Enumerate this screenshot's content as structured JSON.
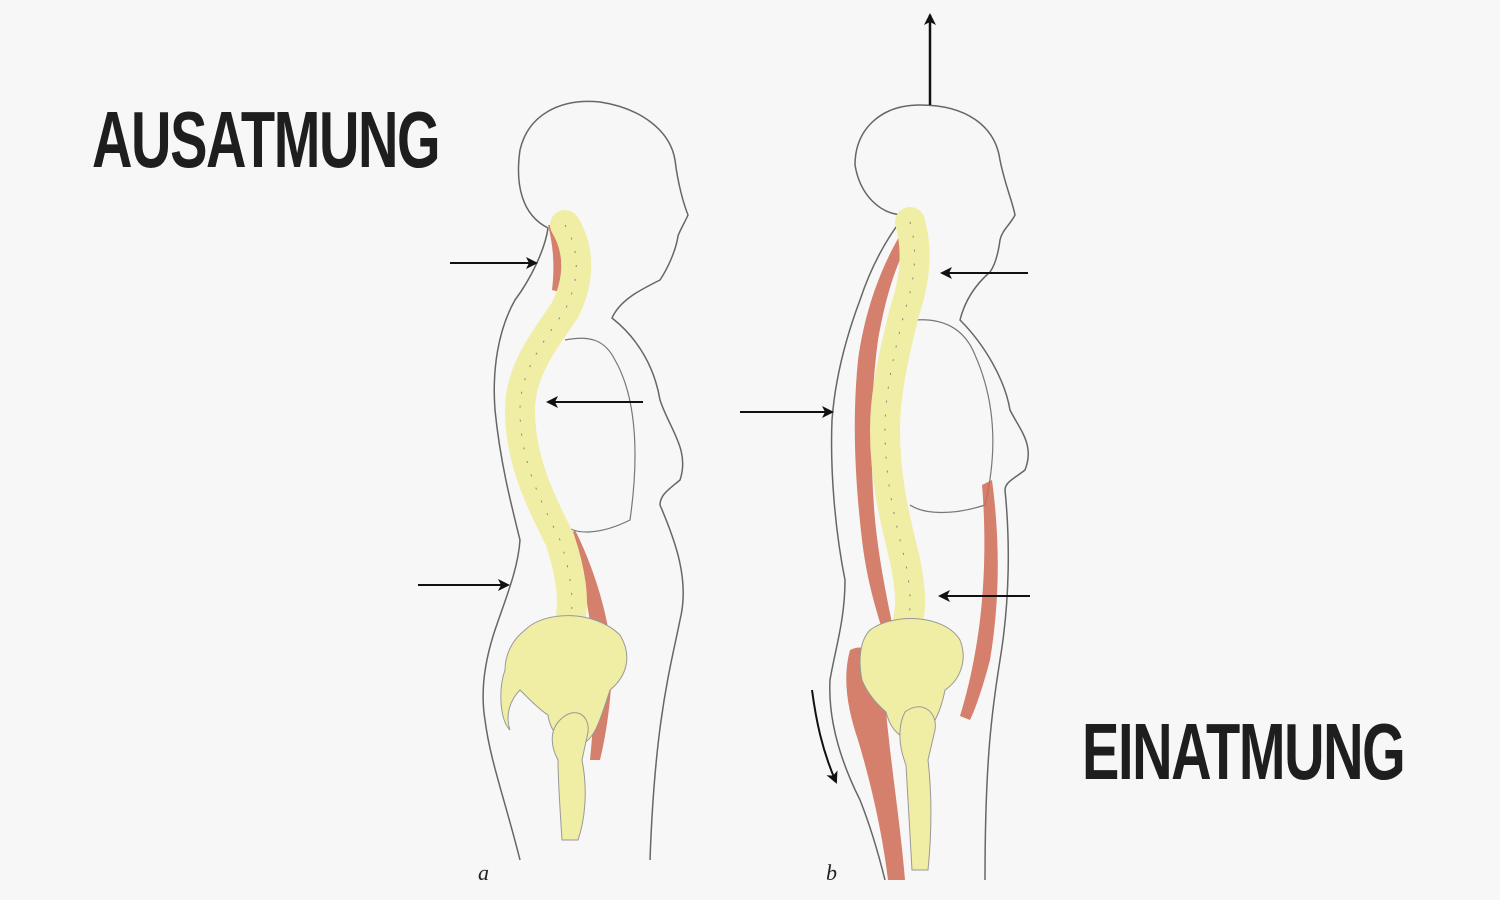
{
  "headings": {
    "exhale": "AUSATMUNG",
    "inhale": "EINATMUNG"
  },
  "figures": {
    "a": {
      "label": "a"
    },
    "b": {
      "label": "b"
    }
  },
  "colors": {
    "background": "#f7f7f8",
    "bone": "#f0eda4",
    "muscle": "#cf6a55",
    "outline": "#555555",
    "arrow": "#111111",
    "heading": "#1e1e1e"
  }
}
